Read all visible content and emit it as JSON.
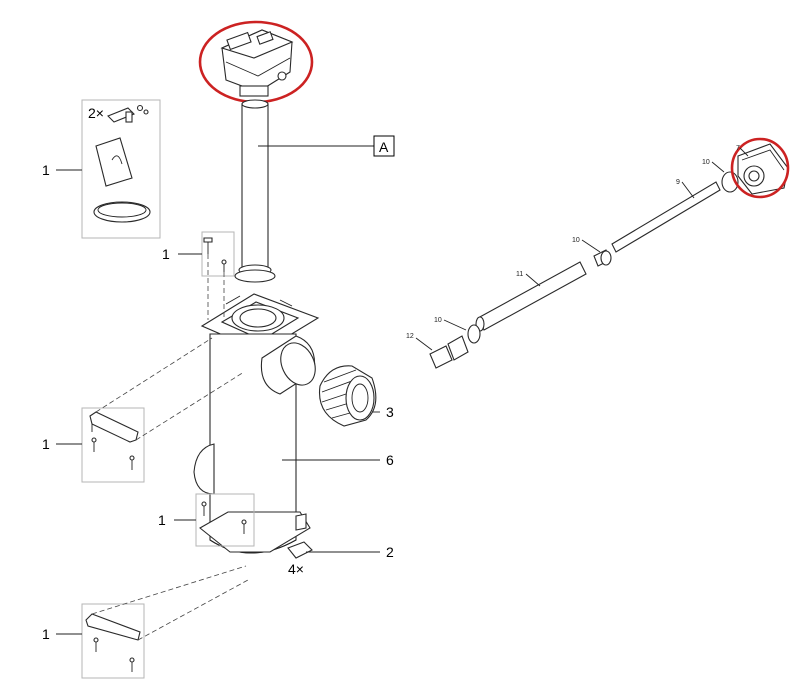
{
  "labels": {
    "a": "A",
    "n1": "1",
    "n2": "2",
    "n3": "3",
    "n6": "6",
    "qty2": "2×",
    "qty4": "4×"
  },
  "detail": {
    "n7": "7",
    "n9": "9",
    "n10": "10",
    "n11": "11",
    "n12": "12"
  },
  "colors": {
    "highlight": "#cc2222",
    "line": "#222222",
    "group_box": "#b5b5b5"
  }
}
